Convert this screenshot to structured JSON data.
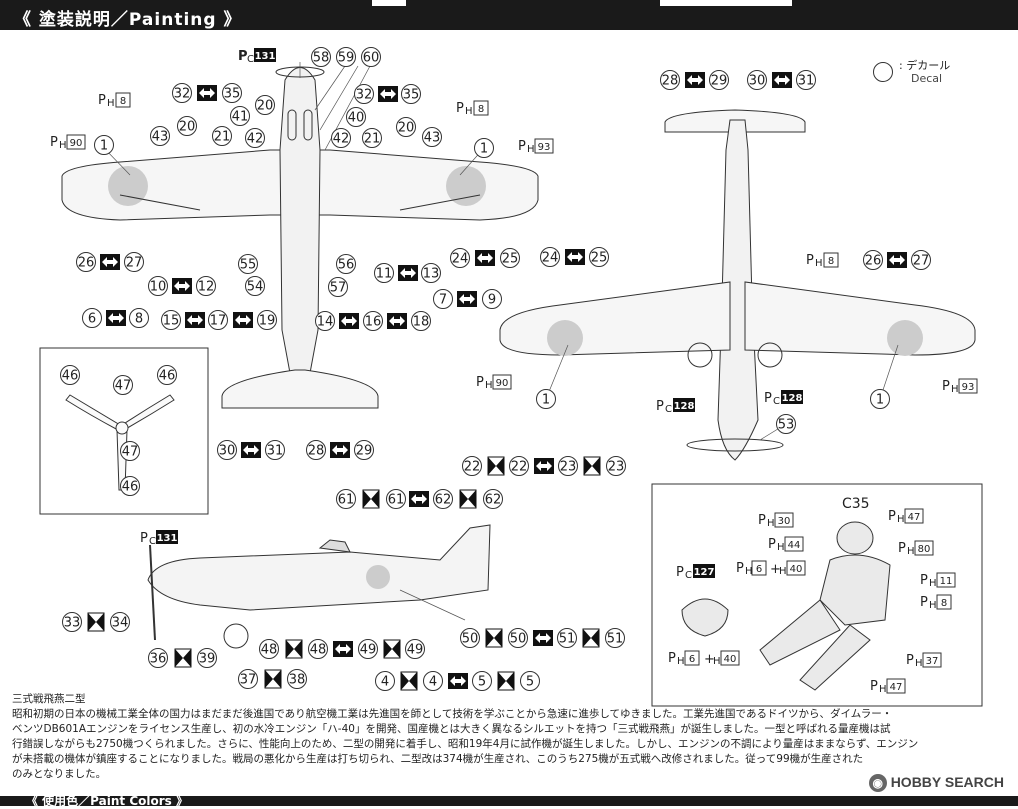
{
  "header": {
    "title": "《 塗装説明／Painting 》"
  },
  "legend": {
    "jp": ": デカール",
    "en": "Decal"
  },
  "figure_label": "C35",
  "paint_refs": {
    "ph8": "8",
    "ph90": "90",
    "ph93": "93",
    "pc131": "131",
    "pc128": "128",
    "pc127": "127",
    "ph30": "30",
    "ph44": "44",
    "ph47": "47",
    "ph80": "80",
    "ph11": "11",
    "ph37": "37",
    "ph6": "6",
    "ph40": "40",
    "p_prefix": "P",
    "h_sub": "H",
    "c_sub": "C",
    "plus": "+"
  },
  "callouts": {
    "n1": "1",
    "n4": "4",
    "n5": "5",
    "n6": "6",
    "n7": "7",
    "n8": "8",
    "n9": "9",
    "n10": "10",
    "n11": "11",
    "n12": "12",
    "n13": "13",
    "n14": "14",
    "n15": "15",
    "n16": "16",
    "n17": "17",
    "n18": "18",
    "n19": "19",
    "n20": "20",
    "n21": "21",
    "n22": "22",
    "n23": "23",
    "n24": "24",
    "n25": "25",
    "n26": "26",
    "n27": "27",
    "n28": "28",
    "n29": "29",
    "n30": "30",
    "n31": "31",
    "n32": "32",
    "n33": "33",
    "n34": "34",
    "n35": "35",
    "n36": "36",
    "n37": "37",
    "n38": "38",
    "n39": "39",
    "n40": "40",
    "n41": "41",
    "n42": "42",
    "n43": "43",
    "n46": "46",
    "n47": "47",
    "n48": "48",
    "n49": "49",
    "n50": "50",
    "n51": "51",
    "n53": "53",
    "n54": "54",
    "n55": "55",
    "n56": "56",
    "n57": "57",
    "n58": "58",
    "n59": "59",
    "n60": "60",
    "n61": "61",
    "n62": "62"
  },
  "description": {
    "title": "三式戦飛燕二型",
    "lines": [
      "昭和初期の日本の機械工業全体の国力はまだまだ後進国であり航空機工業は先進国を師として技術を学ぶことから急速に進歩してゆきました。工業先進国であるドイツから、ダイムラー・",
      "ベンツDB601Aエンジンをライセンス生産し、初の水冷エンジン「ハ-40」を開発、国産機とは大きく異なるシルエットを持つ「三式戦飛燕」が誕生しました。一型と呼ばれる量産機は試",
      "行錯誤しながらも2750機つくられました。さらに、性能向上のため、二型の開発に着手し、昭和19年4月に試作機が誕生しました。しかし、エンジンの不調により量産はままならず、エンジン",
      "が未搭載の機体が鎮座することになりました。戦局の悪化から生産は打ち切られ、二型改は374機が生産され、このうち275機が五式戦へ改修されました。従って99機が生産された",
      "のみとなりました。"
    ]
  },
  "footer": {
    "title": "《 使用色／Paint Colors 》"
  },
  "watermark": {
    "text": "HOBBY SEARCH"
  }
}
